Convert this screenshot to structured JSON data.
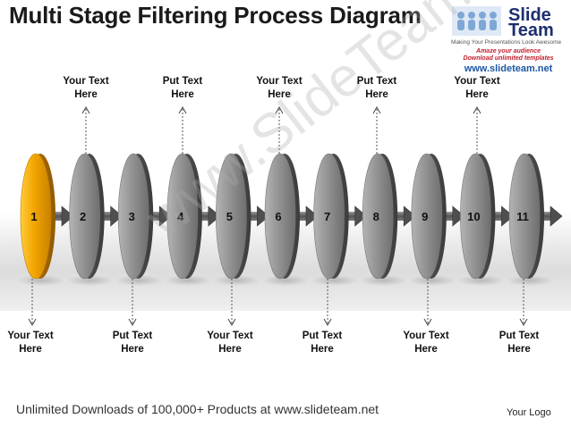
{
  "title": "Multi Stage Filtering Process Diagram",
  "brand": {
    "name_top": "Slide",
    "name_bottom": "Team",
    "tagline": "Making Your Presentations Look Awesome",
    "promo_line1": "Amaze your audience",
    "promo_line2": "Download unlimited templates",
    "url": "www.slideteam.net"
  },
  "watermark": "www.SlideTeam.net",
  "stages": [
    {
      "num": "1",
      "color": "orange"
    },
    {
      "num": "2",
      "color": "grey"
    },
    {
      "num": "3",
      "color": "grey"
    },
    {
      "num": "4",
      "color": "grey"
    },
    {
      "num": "5",
      "color": "grey"
    },
    {
      "num": "6",
      "color": "grey"
    },
    {
      "num": "7",
      "color": "grey"
    },
    {
      "num": "8",
      "color": "grey"
    },
    {
      "num": "9",
      "color": "grey"
    },
    {
      "num": "10",
      "color": "grey"
    },
    {
      "num": "11",
      "color": "grey"
    }
  ],
  "top_labels": [
    {
      "line1": "Your Text",
      "line2": "Here"
    },
    {
      "line1": "Put Text",
      "line2": "Here"
    },
    {
      "line1": "Your Text",
      "line2": "Here"
    },
    {
      "line1": "Put Text",
      "line2": "Here"
    },
    {
      "line1": "Your Text",
      "line2": "Here"
    }
  ],
  "bottom_labels": [
    {
      "line1": "Your Text",
      "line2": "Here"
    },
    {
      "line1": "Put Text",
      "line2": "Here"
    },
    {
      "line1": "Your Text",
      "line2": "Here"
    },
    {
      "line1": "Put Text",
      "line2": "Here"
    },
    {
      "line1": "Your Text",
      "line2": "Here"
    },
    {
      "line1": "Put Text",
      "line2": "Here"
    }
  ],
  "footer": "Unlimited Downloads of 100,000+ Products at www.slideteam.net",
  "logo_text": "Your Logo",
  "colors": {
    "accent": "#f2a500",
    "disc": "#8c8c8c",
    "arrow": "#707070"
  }
}
